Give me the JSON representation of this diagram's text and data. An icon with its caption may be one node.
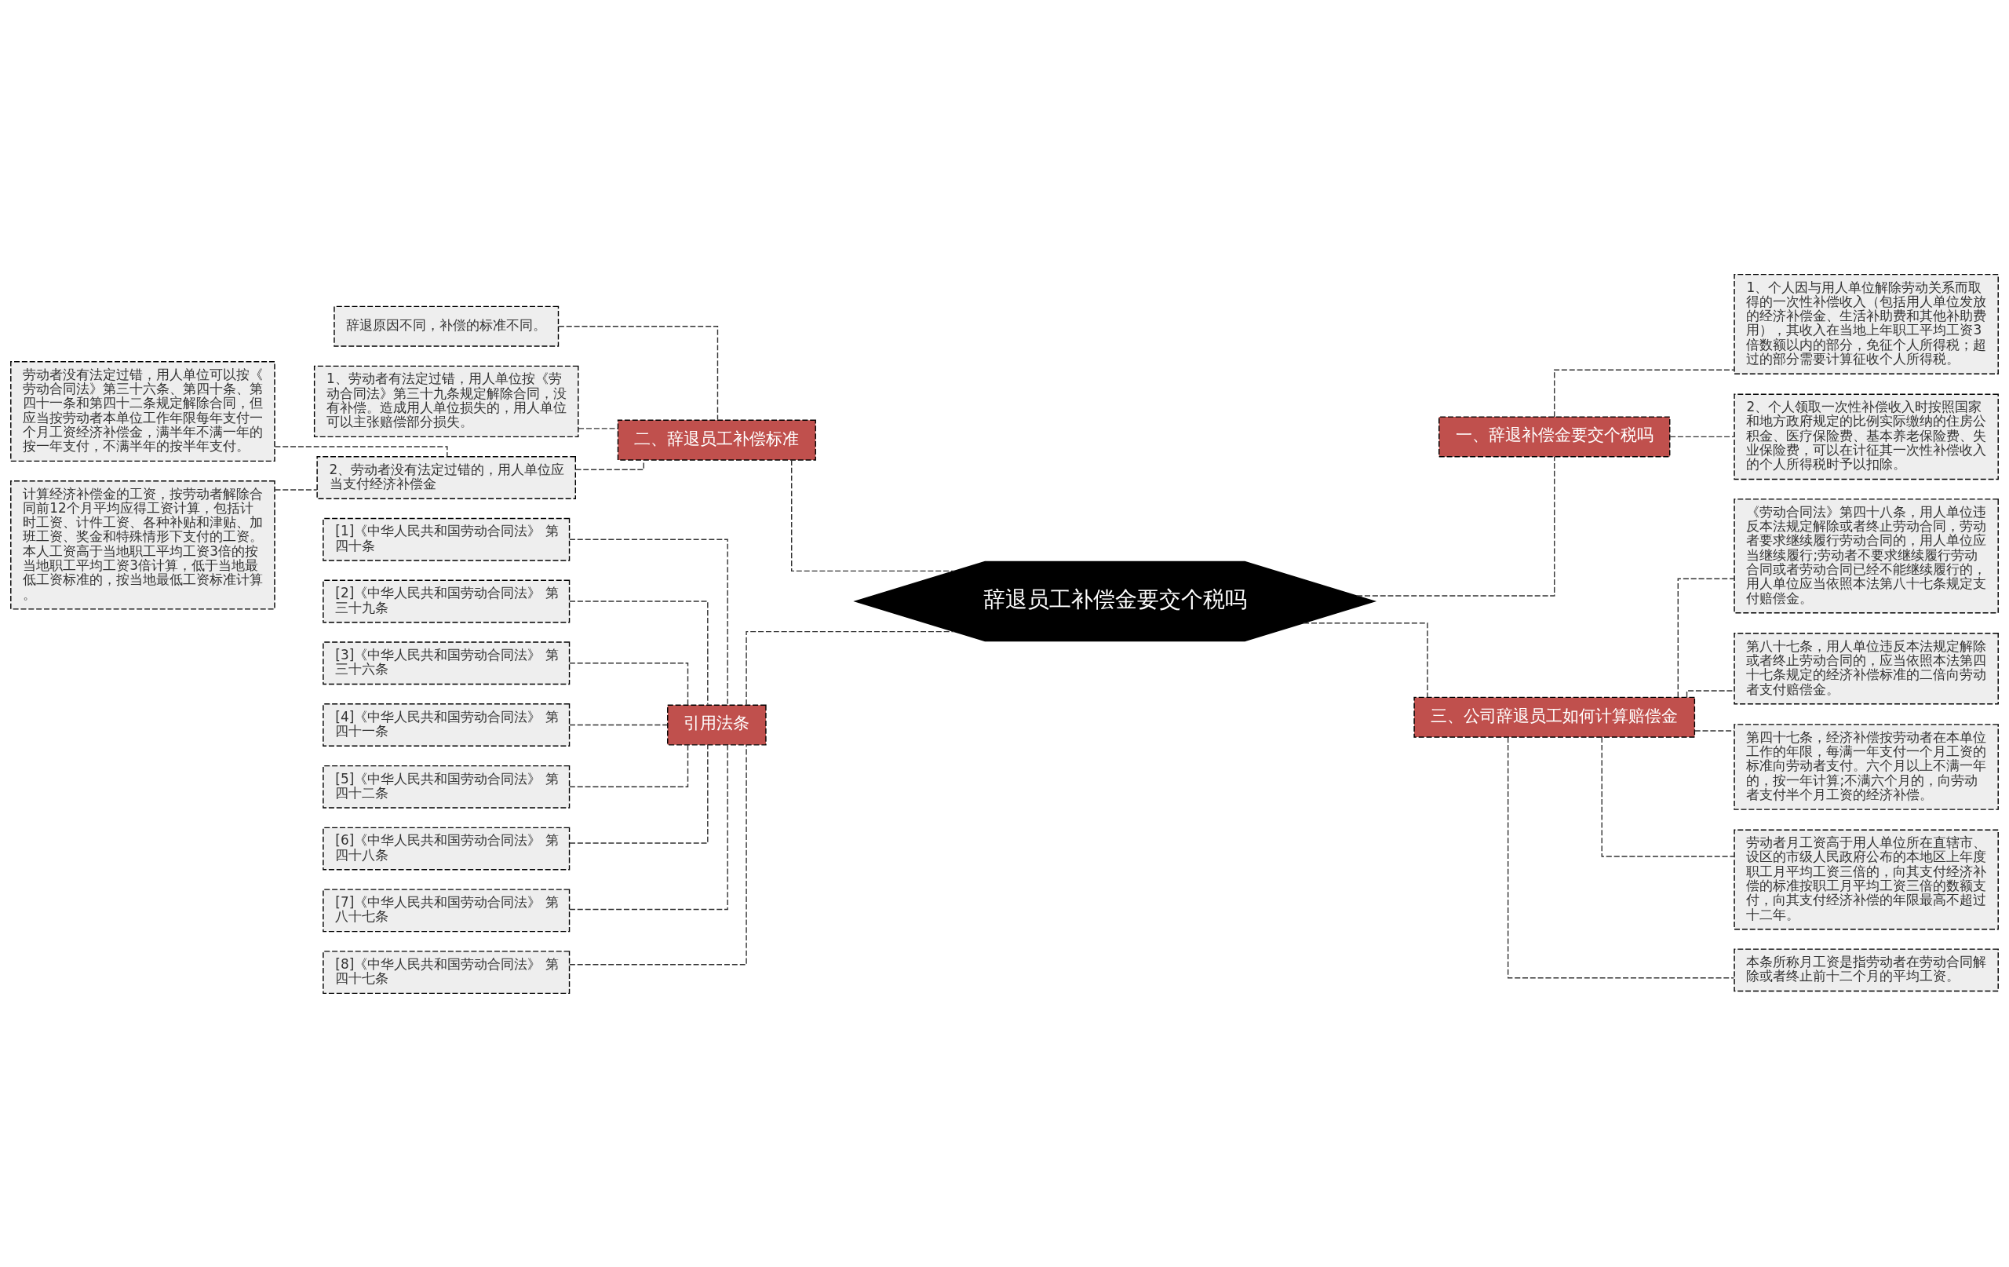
{
  "diagram": {
    "nodes": [
      {
        "text": [
          "辞退员工补偿金要交个税吗"
        ]
      },
      {
        "text": [
          "一、辞退补偿金要交个税吗"
        ]
      },
      {
        "text": [
          "1、个人因与用人单位解除劳动关系而取得的一次性补偿收入（包括用人单位发放的经济补偿金、生活补助费和其他补助费用），其收入在当地上年职工平均工资3倍数额以内的部分，免征个人所得税；超过的部分需要计算征收个人所得税。"
        ]
      },
      {
        "text": [
          "2、个人领取一次性补偿收入时按照国家和地方政府规定的比例实际缴纳的住房公积金、医疗保险费、基本养老保险费、失业保险费，可以在计征其一次性补偿收入的个人所得税时予以扣除。"
        ]
      },
      {
        "text": [
          "二、辞退员工补偿标准"
        ]
      },
      {
        "text": [
          "辞退原因不同，补偿的标准不同。"
        ]
      },
      {
        "text": [
          "1、劳动者有法定过错，用人单位按《劳动合同法》第三十九条规定解除合同，没有补偿。造成用人单位损失的，用人单位可以主张赔偿部分损失。"
        ]
      },
      {
        "text": [
          "2、劳动者没有法定过错的，用人单位应当支付经济补偿金"
        ]
      },
      {
        "text": [
          "劳动者没有法定过错，用人单位可以按《劳动合同法》第三十六条、第四十条、第四十一条和第四十二条规定解除合同，但应当按劳动者本单位工作年限每年支付一个月工资经济补偿金，满半年不满一年的按一年支付，不满半年的按半年支付。"
        ]
      },
      {
        "text": [
          "计算经济补偿金的工资，按劳动者解除合同前12个月平均应得工资计算，包括计时工资、计件工资、各种补贴和津贴、加班工资、奖金和特殊情形下支付的工资。本人工资高于当地职工平均工资3倍的按当地职工平均工资3倍计算，低于当地最低工资标准的，按当地最低工资标准计算。"
        ]
      },
      {
        "text": [
          "三、公司辞退员工如何计算赔偿金"
        ]
      },
      {
        "text": [
          "《劳动合同法》第四十八条，用人单位违反本法规定解除或者终止劳动合同，劳动者要求继续履行劳动合同的，用人单位应当继续履行;劳动者不要求继续履行劳动合同或者劳动合同已经不能继续履行的，用人单位应当依照本法第八十七条规定支付赔偿金。"
        ]
      },
      {
        "text": [
          "第八十七条，用人单位违反本法规定解除或者终止劳动合同的，应当依照本法第四十七条规定的经济补偿标准的二倍向劳动者支付赔偿金。"
        ]
      },
      {
        "text": [
          "第四十七条，经济补偿按劳动者在本单位工作的年限，每满一年支付一个月工资的标准向劳动者支付。六个月以上不满一年的，按一年计算;不满六个月的，向劳动者支付半个月工资的经济补偿。"
        ]
      },
      {
        "text": [
          "劳动者月工资高于用人单位所在直辖市、设区的市级人民政府公布的本地区上年度职工月平均工资三倍的，向其支付经济补偿的标准按职工月平均工资三倍的数额支付，向其支付经济补偿的年限最高不超过十二年。"
        ]
      },
      {
        "text": [
          "本条所称月工资是指劳动者在劳动合同解除或者终止前十二个月的平均工资。"
        ]
      },
      {
        "text": [
          "引用法条"
        ]
      },
      {
        "text": [
          "[1]《中华人民共和国劳动合同法》 第四十条"
        ]
      },
      {
        "text": [
          "[2]《中华人民共和国劳动合同法》 第三十九条"
        ]
      },
      {
        "text": [
          "[3]《中华人民共和国劳动合同法》 第三十六条"
        ]
      },
      {
        "text": [
          "[4]《中华人民共和国劳动合同法》 第四十一条"
        ]
      },
      {
        "text": [
          "[5]《中华人民共和国劳动合同法》 第四十二条"
        ]
      },
      {
        "text": [
          "[6]《中华人民共和国劳动合同法》 第四十八条"
        ]
      },
      {
        "text": [
          "[7]《中华人民共和国劳动合同法》 第八十七条"
        ]
      },
      {
        "text": [
          "[8]《中华人民共和国劳动合同法》 第四十七条"
        ]
      }
    ],
    "edges": [
      {
        "from": 0,
        "to": 1,
        "arrow": "none",
        "style": "dashed"
      },
      {
        "from": 1,
        "to": 2,
        "arrow": "none",
        "style": "dashed"
      },
      {
        "from": 1,
        "to": 3,
        "arrow": "none",
        "style": "dashed"
      },
      {
        "from": 0,
        "to": 4,
        "arrow": "none",
        "style": "dashed"
      },
      {
        "from": 4,
        "to": 5,
        "arrow": "none",
        "style": "dashed"
      },
      {
        "from": 4,
        "to": 6,
        "arrow": "none",
        "style": "dashed"
      },
      {
        "from": 4,
        "to": 7,
        "arrow": "none",
        "style": "dashed"
      },
      {
        "from": 7,
        "to": 8,
        "arrow": "none",
        "style": "dashed"
      },
      {
        "from": 7,
        "to": 9,
        "arrow": "none",
        "style": "dashed"
      },
      {
        "from": 0,
        "to": 10,
        "arrow": "none",
        "style": "dashed"
      },
      {
        "from": 10,
        "to": 11,
        "arrow": "none",
        "style": "dashed"
      },
      {
        "from": 10,
        "to": 12,
        "arrow": "none",
        "style": "dashed"
      },
      {
        "from": 10,
        "to": 13,
        "arrow": "none",
        "style": "dashed"
      },
      {
        "from": 10,
        "to": 14,
        "arrow": "none",
        "style": "dashed"
      },
      {
        "from": 10,
        "to": 15,
        "arrow": "none",
        "style": "dashed"
      },
      {
        "from": 0,
        "to": 16,
        "arrow": "none",
        "style": "dashed"
      },
      {
        "from": 16,
        "to": 17,
        "arrow": "none",
        "style": "dashed"
      },
      {
        "from": 16,
        "to": 18,
        "arrow": "none",
        "style": "dashed"
      },
      {
        "from": 16,
        "to": 19,
        "arrow": "none",
        "style": "dashed"
      },
      {
        "from": 16,
        "to": 20,
        "arrow": "none",
        "style": "dashed"
      },
      {
        "from": 16,
        "to": 21,
        "arrow": "none",
        "style": "dashed"
      },
      {
        "from": 16,
        "to": 22,
        "arrow": "none",
        "style": "dashed"
      },
      {
        "from": 16,
        "to": 23,
        "arrow": "none",
        "style": "dashed"
      },
      {
        "from": 16,
        "to": 24,
        "arrow": "none",
        "style": "dashed"
      }
    ]
  }
}
